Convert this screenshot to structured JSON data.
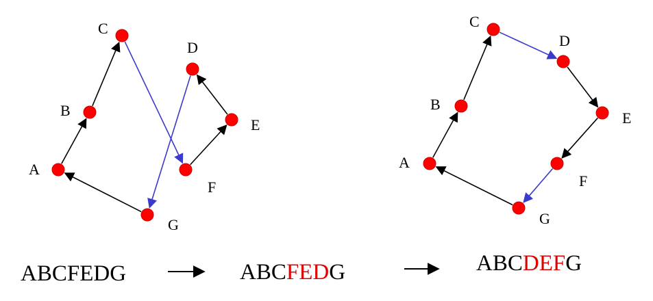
{
  "colors": {
    "node": "#ff0000",
    "node_stroke": "#cc0000",
    "black_edge": "#000000",
    "blue_edge": "#3a3acc",
    "text": "#000000",
    "highlight": "#e00000"
  },
  "graphs": [
    {
      "id": "before",
      "nodes": [
        {
          "id": "A",
          "label": "A"
        },
        {
          "id": "B",
          "label": "B"
        },
        {
          "id": "C",
          "label": "C"
        },
        {
          "id": "D",
          "label": "D"
        },
        {
          "id": "E",
          "label": "E"
        },
        {
          "id": "F",
          "label": "F"
        },
        {
          "id": "G",
          "label": "G"
        }
      ],
      "edges": [
        {
          "from": "A",
          "to": "B",
          "color": "black"
        },
        {
          "from": "B",
          "to": "C",
          "color": "black"
        },
        {
          "from": "C",
          "to": "F",
          "color": "blue"
        },
        {
          "from": "F",
          "to": "E",
          "color": "black"
        },
        {
          "from": "E",
          "to": "D",
          "color": "black"
        },
        {
          "from": "D",
          "to": "G",
          "color": "blue"
        },
        {
          "from": "G",
          "to": "A",
          "color": "black"
        }
      ]
    },
    {
      "id": "after",
      "nodes": [
        {
          "id": "A",
          "label": "A"
        },
        {
          "id": "B",
          "label": "B"
        },
        {
          "id": "C",
          "label": "C"
        },
        {
          "id": "D",
          "label": "D"
        },
        {
          "id": "E",
          "label": "E"
        },
        {
          "id": "F",
          "label": "F"
        },
        {
          "id": "G",
          "label": "G"
        }
      ],
      "edges": [
        {
          "from": "A",
          "to": "B",
          "color": "black"
        },
        {
          "from": "B",
          "to": "C",
          "color": "black"
        },
        {
          "from": "C",
          "to": "D",
          "color": "blue"
        },
        {
          "from": "D",
          "to": "E",
          "color": "black"
        },
        {
          "from": "E",
          "to": "F",
          "color": "black"
        },
        {
          "from": "F",
          "to": "G",
          "color": "blue"
        },
        {
          "from": "G",
          "to": "A",
          "color": "black"
        }
      ]
    }
  ],
  "sequences": {
    "initial": {
      "prefix": "ABCFEDG",
      "highlight": "",
      "suffix": ""
    },
    "reversed": {
      "prefix": "ABC",
      "highlight": "FED",
      "suffix": "G"
    },
    "final": {
      "prefix": "ABC",
      "highlight": "DEF",
      "suffix": "G"
    }
  }
}
